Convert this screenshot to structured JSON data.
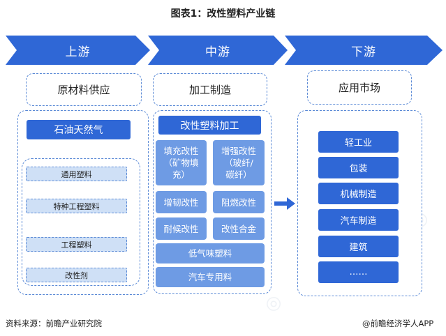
{
  "title": "图表1：改性塑料产业链",
  "stages": [
    {
      "label": "上游"
    },
    {
      "label": "中游"
    },
    {
      "label": "下游"
    }
  ],
  "upstream": {
    "header": "原材料供应",
    "source": "石油天然气",
    "items": [
      "通用塑料",
      "特种工程塑料",
      "工程塑料",
      "改性剂"
    ]
  },
  "midstream": {
    "header": "加工制造",
    "process": "改性塑料加工",
    "tiles": [
      "填充改性\n（矿物填\n充）",
      "增强改性\n（玻纤/\n碳纤）",
      "增韧改性",
      "阻燃改性",
      "耐候改性",
      "改性合金"
    ],
    "wide_tiles": [
      "低气味塑料",
      "汽车专用料"
    ]
  },
  "downstream": {
    "header": "应用市场",
    "items": [
      "轻工业",
      "包装",
      "机械制造",
      "汽车制造",
      "建筑",
      "……"
    ]
  },
  "footer": {
    "source": "资料来源：前瞻产业研究院",
    "brand": "@前瞻经济学人APP"
  },
  "colors": {
    "chevron": "#2f67d6",
    "dark_blue": "#2f67d6",
    "tile_blue": "#6e9be4",
    "light_blue": "#cfe0f6",
    "dash": "#5b8ad6",
    "arrow": "#2f67d6"
  },
  "icons": {
    "flow_arrow": "arrow-right-icon"
  }
}
